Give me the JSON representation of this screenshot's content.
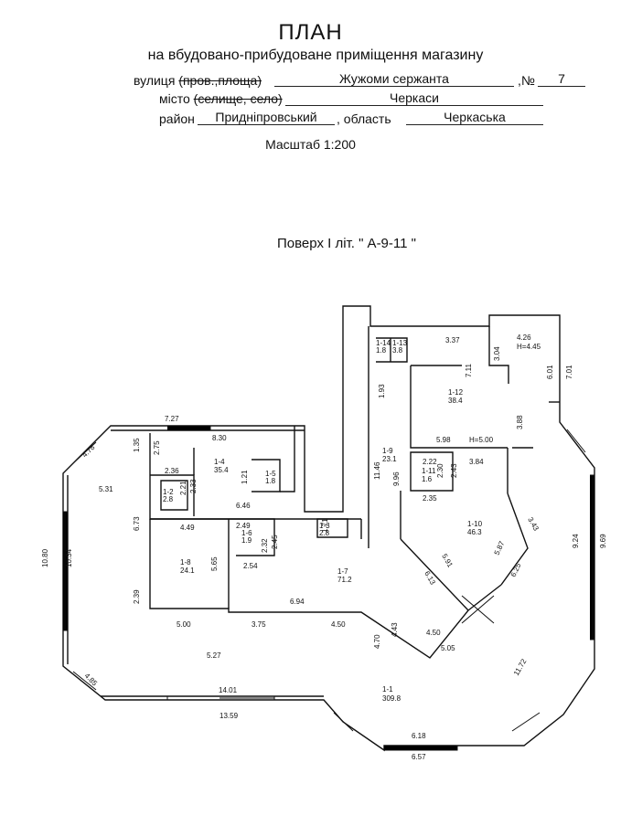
{
  "title": "ПЛАН",
  "subtitle": "на вбудовано-прибудоване приміщення магазину",
  "address": {
    "street_label": "вулиця",
    "street_struck": "(пров.,площа)",
    "street_value": "Жужоми сержанта",
    "number_label": ",№",
    "number_value": "7",
    "city_label": "місто",
    "city_struck": "(селище, село)",
    "city_value": "Черкаси",
    "district_label": "район",
    "district_value": "Придніпровський",
    "region_label": ", область",
    "region_value": "Черкаська"
  },
  "scale": "Масштаб 1:200",
  "floor_label": "Поверх  І  літ. \" А-9-11 \"",
  "rooms": [
    {
      "id": "1-1",
      "area": "309.8"
    },
    {
      "id": "1-4",
      "area": "35.4"
    },
    {
      "id": "1-7",
      "area": "71.2"
    },
    {
      "id": "1-9",
      "area": "23.1"
    },
    {
      "id": "1-10",
      "area": "46.3"
    },
    {
      "id": "1-11",
      "area": "1.6"
    },
    {
      "id": "1-12",
      "area": "38.4"
    },
    {
      "id": "1-13",
      "area": "3.8"
    },
    {
      "id": "1-14",
      "area": "1.8"
    },
    {
      "id": "1-2",
      "area": "2.8"
    },
    {
      "id": "1-3",
      "area": "2.8"
    },
    {
      "id": "1-5",
      "area": "1.8"
    },
    {
      "id": "1-6",
      "area": "1.9"
    },
    {
      "id": "1-8",
      "area": "24.1"
    }
  ],
  "dimensions": [
    "7.27",
    "8.30",
    "4.78",
    "1.35",
    "2.75",
    "2.36",
    "2.21",
    "2.33",
    "1.21",
    "6.46",
    "5.31",
    "6.73",
    "4.49",
    "2.49",
    "2.32",
    "2.45",
    "2.54",
    "1.71",
    "10.80",
    "10.34",
    "2.39",
    "5.65",
    "6.94",
    "5.00",
    "3.75",
    "4.50",
    "4.43",
    "4.70",
    "5.27",
    "4.85",
    "14.01",
    "13.59",
    "3.37",
    "4.26",
    "H=4.45",
    "3.04",
    "7.11",
    "6.01",
    "7.01",
    "1.93",
    "5.98",
    "H=5.00",
    "3.88",
    "11.46",
    "9.96",
    "2.22",
    "2.30",
    "2.43",
    "3.84",
    "2.35",
    "3.43",
    "5.91",
    "5.87",
    "6.13",
    "6.25",
    "9.24",
    "9.69",
    "4.50",
    "5.05",
    "11.72",
    "6.18",
    "6.57"
  ]
}
